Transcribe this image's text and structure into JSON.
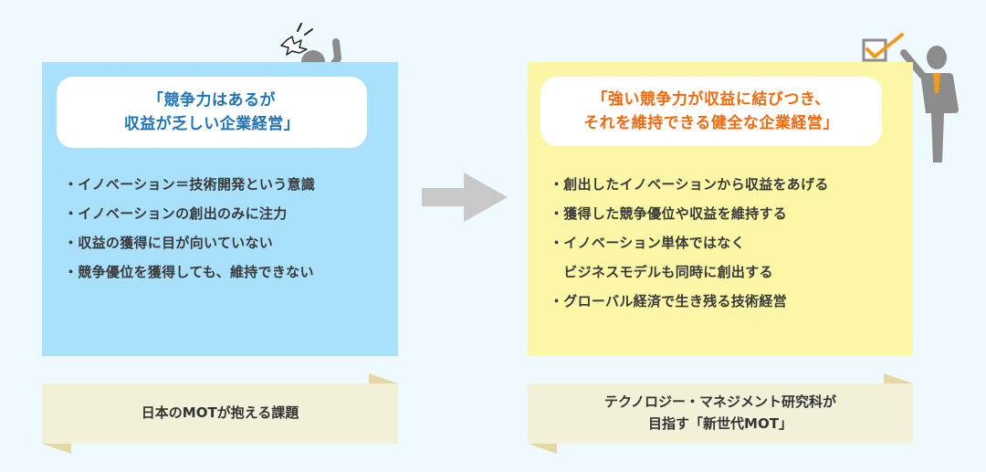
{
  "left": {
    "bubble_lines": [
      "「競争力はあるが",
      "収益が乏しい企業経営」"
    ],
    "items": [
      "・イノベーション＝技術開発という意識",
      "・イノベーションの創出のみに注力",
      "・収益の獲得に目が向いていない",
      "・競争優位を獲得しても、維持できない"
    ],
    "label": "日本のMOTが抱える課題"
  },
  "right": {
    "bubble_lines": [
      "「強い競争力が収益に結びつき、",
      "それを維持できる健全な企業経営」"
    ],
    "items": [
      "・創出したイノベーションから収益をあげる",
      "・獲得した競争優位や収益を維持する",
      "・イノベーション単体ではなく",
      "　ビジネスモデルも同時に創出する",
      "・グローバル経済で生き残る技術経営"
    ],
    "label_lines": [
      "テクノロジー・マネジメント研究科が",
      "目指す「新世代MOT」"
    ]
  },
  "colors": {
    "left_panel": "#a9e0fb",
    "right_panel": "#fcf7a6",
    "left_heading": "#1f73b8",
    "right_heading": "#ef6a10",
    "ribbon": "#f3f0d8",
    "arrow": "#c8c8c8",
    "figure": "#8c8c8c",
    "check": "#f39a1e"
  },
  "icons": [
    "stressed-person-icon",
    "arrow-right-icon",
    "checklist-person-icon"
  ]
}
